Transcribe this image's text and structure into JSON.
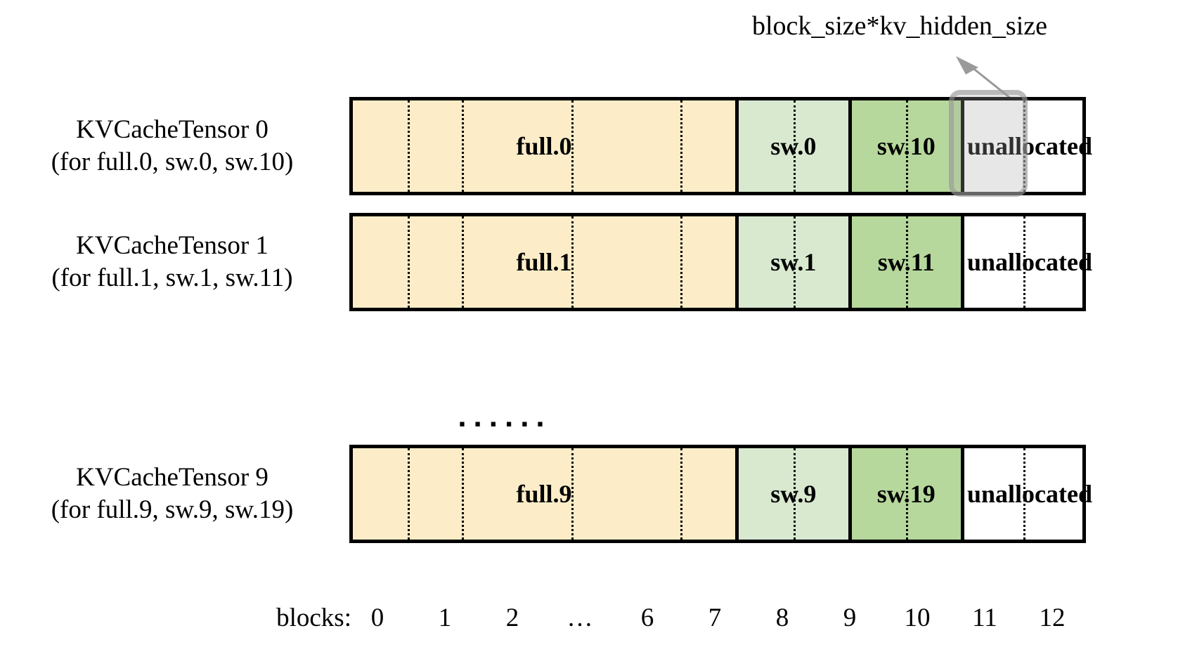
{
  "annotation": {
    "label": "block_size*kv_hidden_size",
    "arrow_icon": "arrow-up-left-icon",
    "highlight_target": "block 11"
  },
  "colors": {
    "full_block": "#fcedc8",
    "sw_light_block": "#d8e9d0",
    "sw_dark_block": "#b6d89c",
    "unallocated_block": "#ffffff",
    "border": "#000000",
    "highlight": "#9a9a9a"
  },
  "rows": [
    {
      "title": "KVCacheTensor 0",
      "subtitle": "(for full.0, sw.0, sw.10)",
      "segments": [
        {
          "label": "full.0",
          "kind": "full",
          "blocks": 7
        },
        {
          "label": "sw.0",
          "kind": "sw-light",
          "blocks": 2
        },
        {
          "label": "sw.10",
          "kind": "sw-dark",
          "blocks": 2
        },
        {
          "label": "unallocated",
          "kind": "unallocated",
          "blocks": 2
        }
      ]
    },
    {
      "title": "KVCacheTensor 1",
      "subtitle": "(for full.1, sw.1, sw.11)",
      "segments": [
        {
          "label": "full.1",
          "kind": "full",
          "blocks": 7
        },
        {
          "label": "sw.1",
          "kind": "sw-light",
          "blocks": 2
        },
        {
          "label": "sw.11",
          "kind": "sw-dark",
          "blocks": 2
        },
        {
          "label": "unallocated",
          "kind": "unallocated",
          "blocks": 2
        }
      ]
    },
    {
      "title": "KVCacheTensor 9",
      "subtitle": "(for full.9, sw.9, sw.19)",
      "segments": [
        {
          "label": "full.9",
          "kind": "full",
          "blocks": 7
        },
        {
          "label": "sw.9",
          "kind": "sw-light",
          "blocks": 2
        },
        {
          "label": "sw.19",
          "kind": "sw-dark",
          "blocks": 2
        },
        {
          "label": "unallocated",
          "kind": "unallocated",
          "blocks": 2
        }
      ]
    }
  ],
  "row_gap_ellipsis": "......",
  "blocks_axis": {
    "title": "blocks:",
    "ticks": [
      "0",
      "1",
      "2",
      "…",
      "6",
      "7",
      "8",
      "9",
      "10",
      "11",
      "12"
    ]
  }
}
